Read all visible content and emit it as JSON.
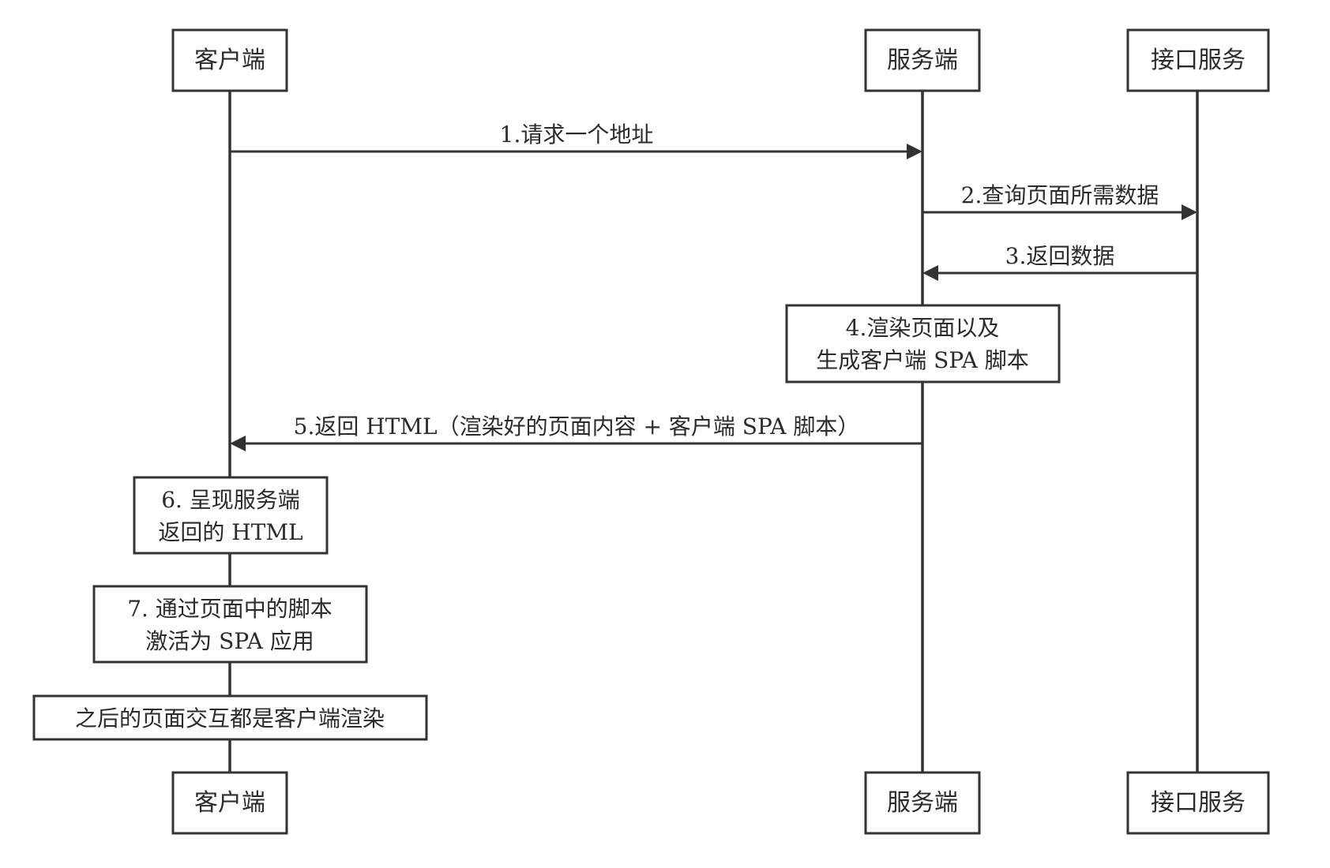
{
  "participants": [
    {
      "id": "client",
      "label": "客户端"
    },
    {
      "id": "server",
      "label": "服务端"
    },
    {
      "id": "api",
      "label": "接口服务"
    }
  ],
  "messages": [
    {
      "label": "1.请求一个地址",
      "from": "client",
      "to": "server"
    },
    {
      "label": "2.查询页面所需数据",
      "from": "server",
      "to": "api"
    },
    {
      "label": "3.返回数据",
      "from": "api",
      "to": "server"
    },
    {
      "label": "5.返回 HTML（渲染好的页面内容 + 客户端 SPA 脚本）",
      "from": "server",
      "to": "client"
    }
  ],
  "notes": [
    {
      "over": "server",
      "lines": [
        "4.渲染页面以及",
        "生成客户端 SPA 脚本"
      ]
    },
    {
      "over": "client",
      "lines": [
        "6. 呈现服务端",
        "返回的 HTML"
      ]
    },
    {
      "over": "client",
      "lines": [
        "7. 通过页面中的脚本",
        "激活为 SPA 应用"
      ]
    },
    {
      "over": "client",
      "lines": [
        "之后的页面交互都是客户端渲染"
      ]
    }
  ]
}
